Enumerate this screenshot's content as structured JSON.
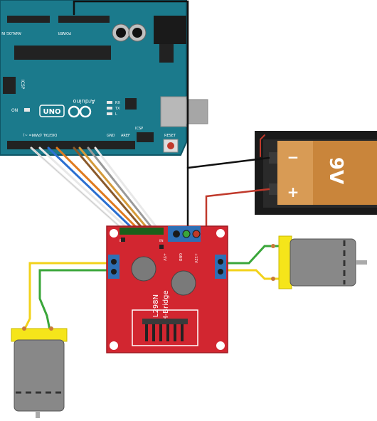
{
  "arduino": {
    "brand": "Arduino",
    "model": "UNO",
    "on_label": "ON",
    "reset_label": "RESET",
    "icsp_label": "ICSP",
    "icsp2_label": "ICSP",
    "l_label": "L",
    "tx_label": "TX",
    "rx_label": "RX",
    "digital_label": "DIGITAL (PWM= ~)",
    "analog_label": "ANALOG IN",
    "power_label": "POWER",
    "aref_label": "AREF",
    "gnd_label": "GND",
    "color": "#1b7a8c"
  },
  "battery": {
    "label": "9V",
    "plus": "+",
    "minus": "−",
    "color": "#c9853b"
  },
  "driver": {
    "chip_name": "L298N",
    "board_name": "H-Bridge",
    "gnd_label": "GND",
    "v12_label": "+12V",
    "v5_label": "+5V",
    "en_a_label": "EN",
    "en_b_label": "EN",
    "color": "#d22630"
  },
  "motors": {
    "right": {
      "body_color": "#888888",
      "cap_color": "#f5e51a"
    },
    "left": {
      "body_color": "#888888",
      "cap_color": "#f5e51a"
    }
  },
  "wire_colors": {
    "ground": "#111111",
    "power": "#c0392b",
    "motor_a": "#f2d21a",
    "motor_b": "#3aa63a",
    "signal_white": "#e8e8e8",
    "signal_blue": "#2a6fd1",
    "signal_orange": "#e07a1e",
    "signal_brown": "#8a5a2b",
    "signal_gray": "#9a9a9a"
  }
}
